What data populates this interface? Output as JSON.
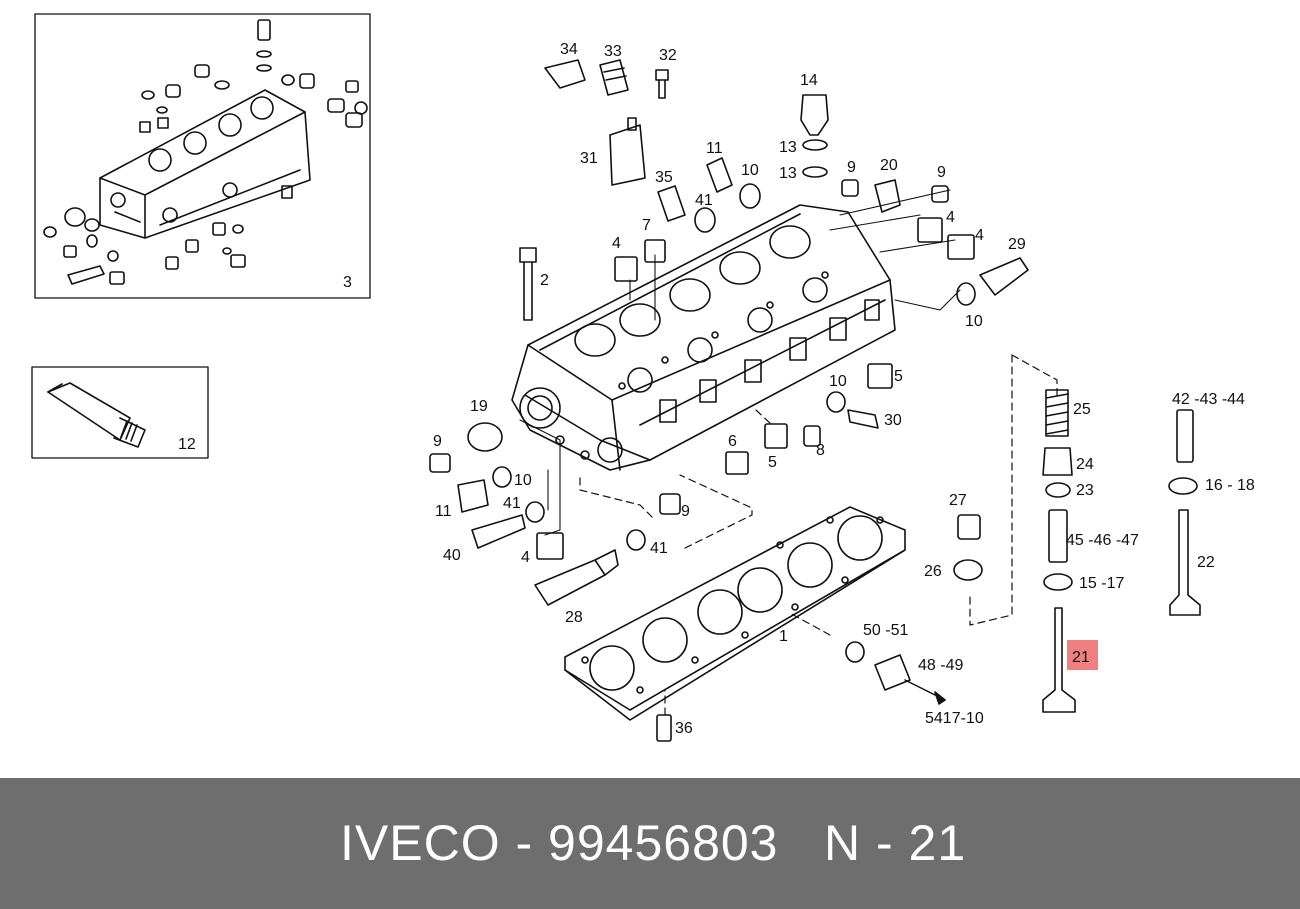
{
  "footer": {
    "brand_part_number": "IVECO - 99456803",
    "position": "N - 21"
  },
  "highlight_color": "#f08080",
  "callouts": {
    "c34": "34",
    "c33": "33",
    "c32": "32",
    "c14": "14",
    "c31": "31",
    "c11a": "11",
    "c10a": "10",
    "c13a": "13",
    "c13b": "13",
    "c9a": "9",
    "c20": "20",
    "c9b": "9",
    "c35": "35",
    "c41a": "41",
    "c7": "7",
    "c4a": "4",
    "c4b": "4",
    "c4c": "4",
    "c29": "29",
    "c10b": "10",
    "c2": "2",
    "c3": "3",
    "c12": "12",
    "c10c": "10",
    "c5a": "5",
    "c19": "19",
    "c30": "30",
    "c9c": "9",
    "c6": "6",
    "c5b": "5",
    "c8": "8",
    "c10d": "10",
    "c11b": "11",
    "c41b": "41",
    "c9d": "9",
    "c40": "40",
    "c4d": "4",
    "c41c": "41",
    "c28": "28",
    "c1": "1",
    "c27": "27",
    "c26": "26",
    "c25": "25",
    "c24": "24",
    "c23": "23",
    "c45_47": "45 -46 -47",
    "c15_17": "15 -17",
    "c21": "21",
    "c42_44": "42 -43 -44",
    "c16_18": "16 - 18",
    "c22": "22",
    "c50_51": "50 -51",
    "c48_49": "48 -49",
    "c5417": "5417-10",
    "c36": "36"
  }
}
